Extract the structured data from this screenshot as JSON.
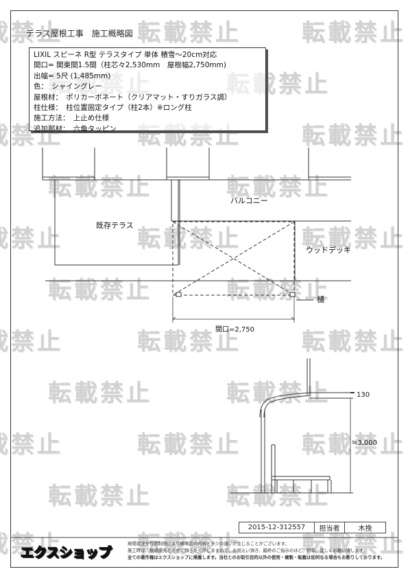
{
  "title": "テラス屋根工事　施工概略図",
  "spec_lines": [
    "LIXIL スピーネ R型 テラスタイプ 単体 積雪～20cm対応",
    "間口= 関東間1.5間（柱芯々2,530mm　屋根幅2,750mm)",
    "出幅= 5尺 (1,485mm)",
    "色：　シャイングレー",
    "屋根材：　ポリカーボネート（クリアマット・すりガラス調）",
    "柱仕様：　柱位置固定タイプ（柱2本）※ロング柱",
    "施工方法：　上止め仕様",
    "追加部材：　六角タッピン"
  ],
  "plan_labels": {
    "balcony": "バルコニー",
    "existing_terrace": "既存テラス",
    "wood_deck": "ウッドデッキ",
    "gutter": "樋",
    "frontage_dim": "間口=2,750"
  },
  "side_labels": {
    "top_dim": "130",
    "height_dim": "≒3,000"
  },
  "watermark_text": "転載禁止",
  "footer": {
    "doc_number": "2015-12-312557",
    "staff_label": "担当者",
    "staff_name": "木挽",
    "brand": "エクスショップ",
    "notes": [
      "現場状況や作図制限により概略図の内容と多少の違いが生じることがございます。",
      "施工時は、現場優先とさせて頂きたく存じますので、お見込い頂き、最終のご指示のほど、何卒、宜しくお願い致します。",
      "全ての著作権はエクスショップに帰属します。当社とのお取引目的以外の使用・複製・転載は如何なる場合もお断りしております。"
    ]
  }
}
